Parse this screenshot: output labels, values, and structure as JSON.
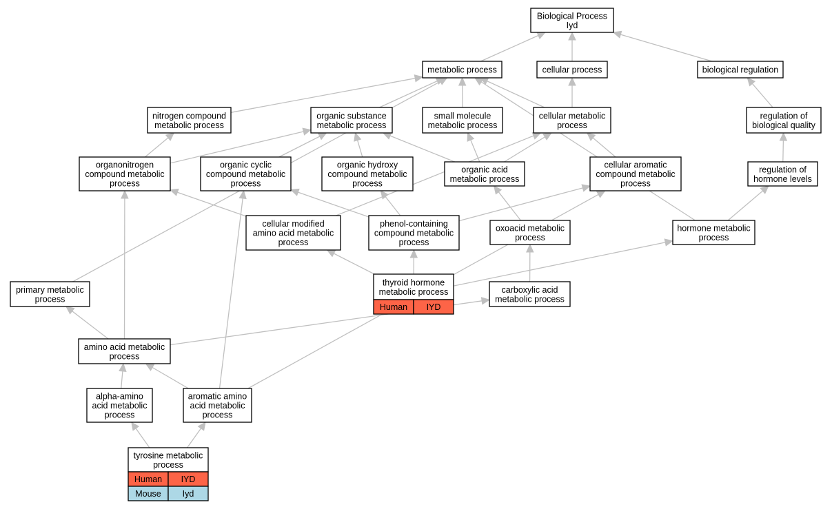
{
  "colors": {
    "human": "#fd6447",
    "mouse": "#add8e6",
    "edge": "#c0c0c0",
    "border": "#000000"
  },
  "nodes": {
    "bp": [
      "Biological Process",
      "Iyd"
    ],
    "metabolic": [
      "metabolic process"
    ],
    "cellular": [
      "cellular process"
    ],
    "bioreg": [
      "biological regulation"
    ],
    "nitrogen": [
      "nitrogen compound",
      "metabolic process"
    ],
    "orgsub": [
      "organic substance",
      "metabolic process"
    ],
    "smallmol": [
      "small molecule",
      "metabolic process"
    ],
    "cellmet": [
      "cellular metabolic",
      "process"
    ],
    "regbio": [
      "regulation of",
      "biological quality"
    ],
    "organonitrogen": [
      "organonitrogen",
      "compound metabolic",
      "process"
    ],
    "orgcyclic": [
      "organic cyclic",
      "compound metabolic",
      "process"
    ],
    "orghydroxy": [
      "organic hydroxy",
      "compound metabolic",
      "process"
    ],
    "orgacid": [
      "organic acid",
      "metabolic process"
    ],
    "cellarom": [
      "cellular aromatic",
      "compound metabolic",
      "process"
    ],
    "reghorm": [
      "regulation of",
      "hormone levels"
    ],
    "cellmod": [
      "cellular modified",
      "amino acid metabolic",
      "process"
    ],
    "phenol": [
      "phenol-containing",
      "compound metabolic",
      "process"
    ],
    "oxoacid": [
      "oxoacid metabolic",
      "process"
    ],
    "hormone": [
      "hormone metabolic",
      "process"
    ],
    "thyroid": [
      "thyroid hormone",
      "metabolic process"
    ],
    "primary": [
      "primary metabolic",
      "process"
    ],
    "carboxylic": [
      "carboxylic acid",
      "metabolic process"
    ],
    "aminoacid": [
      "amino acid metabolic",
      "process"
    ],
    "alphaamino": [
      "alpha-amino",
      "acid metabolic",
      "process"
    ],
    "aromaticamino": [
      "aromatic amino",
      "acid metabolic",
      "process"
    ],
    "tyrosine": [
      "tyrosine metabolic",
      "process"
    ]
  },
  "annotations": {
    "thyroid": [
      {
        "species": "Human",
        "gene": "IYD"
      }
    ],
    "tyrosine": [
      {
        "species": "Human",
        "gene": "IYD"
      },
      {
        "species": "Mouse",
        "gene": "Iyd"
      }
    ]
  },
  "edges": [
    [
      "metabolic",
      "bp"
    ],
    [
      "cellular",
      "bp"
    ],
    [
      "bioreg",
      "bp"
    ],
    [
      "nitrogen",
      "metabolic"
    ],
    [
      "orgsub",
      "metabolic"
    ],
    [
      "smallmol",
      "metabolic"
    ],
    [
      "cellmet",
      "metabolic"
    ],
    [
      "cellmet",
      "cellular"
    ],
    [
      "primary",
      "metabolic"
    ],
    [
      "hormone",
      "metabolic"
    ],
    [
      "regbio",
      "bioreg"
    ],
    [
      "reghorm",
      "regbio"
    ],
    [
      "hormone",
      "reghorm"
    ],
    [
      "organonitrogen",
      "nitrogen"
    ],
    [
      "organonitrogen",
      "orgsub"
    ],
    [
      "orgcyclic",
      "orgsub"
    ],
    [
      "orghydroxy",
      "orgsub"
    ],
    [
      "orgacid",
      "orgsub"
    ],
    [
      "orgacid",
      "smallmol"
    ],
    [
      "orgacid",
      "cellmet"
    ],
    [
      "cellarom",
      "cellmet"
    ],
    [
      "cellmod",
      "organonitrogen"
    ],
    [
      "cellmod",
      "cellmet"
    ],
    [
      "phenol",
      "orgcyclic"
    ],
    [
      "phenol",
      "orghydroxy"
    ],
    [
      "phenol",
      "cellarom"
    ],
    [
      "oxoacid",
      "orgacid"
    ],
    [
      "carboxylic",
      "oxoacid"
    ],
    [
      "thyroid",
      "phenol"
    ],
    [
      "thyroid",
      "cellmod"
    ],
    [
      "thyroid",
      "hormone"
    ],
    [
      "aminoacid",
      "primary"
    ],
    [
      "aminoacid",
      "organonitrogen"
    ],
    [
      "aminoacid",
      "carboxylic"
    ],
    [
      "alphaamino",
      "aminoacid"
    ],
    [
      "aromaticamino",
      "aminoacid"
    ],
    [
      "aromaticamino",
      "orgcyclic"
    ],
    [
      "aromaticamino",
      "cellarom"
    ],
    [
      "tyrosine",
      "alphaamino"
    ],
    [
      "tyrosine",
      "aromaticamino"
    ]
  ]
}
